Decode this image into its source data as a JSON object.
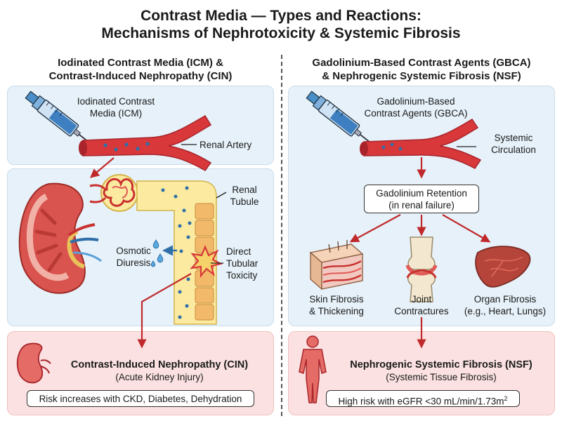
{
  "title": {
    "line1": "Contrast Media — Types and Reactions:",
    "line2": "Mechanisms of Nephrotoxicity & Systemic Fibrosis"
  },
  "left": {
    "heading_line1": "Iodinated Contrast Media (ICM) &",
    "heading_line2": "Contrast-Induced Nephropathy (CIN)",
    "agent_line1": "Iodinated Contrast",
    "agent_line2": "Media (ICM)",
    "renal_artery": "Renal Artery",
    "renal_tubule_line1": "Renal",
    "renal_tubule_line2": "Tubule",
    "osmotic_line1": "Osmotic",
    "osmotic_line2": "Diuresis",
    "toxicity_line1": "Direct",
    "toxicity_line2": "Tubular",
    "toxicity_line3": "Toxicity",
    "outcome_title": "Contrast-Induced Nephropathy (CIN)",
    "outcome_sub": "(Acute Kidney Injury)",
    "risk": "Risk increases with CKD, Diabetes, Dehydration"
  },
  "right": {
    "heading_line1": "Gadolinium-Based Contrast Agents (GBCA)",
    "heading_line2": "& Nephrogenic Systemic Fibrosis (NSF)",
    "agent_line1": "Gadolinium-Based",
    "agent_line2": "Contrast Agents (GBCA)",
    "circulation_line1": "Systemic",
    "circulation_line2": "Circulation",
    "retention_line1": "Gadolinium Retention",
    "retention_line2": "(in renal failure)",
    "skin_line1": "Skin Fibrosis",
    "skin_line2": "& Thickening",
    "joint_line1": "Joint",
    "joint_line2": "Contractures",
    "organ_line1": "Organ Fibrosis",
    "organ_line2": "(e.g., Heart, Lungs)",
    "outcome_title": "Nephrogenic Systemic Fibrosis (NSF)",
    "outcome_sub": "(Systemic Tissue Fibrosis)",
    "risk_prefix": "High risk with eGFR <30 mL/min/1.73m",
    "risk_sup": "2"
  },
  "colors": {
    "arrow": "#c0292b",
    "vessel": "#d8383a",
    "vessel_dark": "#a8242a",
    "contrast_dot": "#2f6fa8",
    "tubule": "#fbeaa0",
    "tubule_cell": "#f2b96a",
    "panel_blue": "#e6f1f9",
    "panel_pink": "#fbe1e1"
  },
  "icons": [
    "syringe-icon",
    "blood-vessel-icon",
    "kidney-icon",
    "glomerulus-icon",
    "tubule-icon",
    "water-drops-icon",
    "burst-icon",
    "skin-block-icon",
    "knee-joint-icon",
    "liver-icon",
    "human-figure-icon",
    "small-kidney-icon"
  ]
}
